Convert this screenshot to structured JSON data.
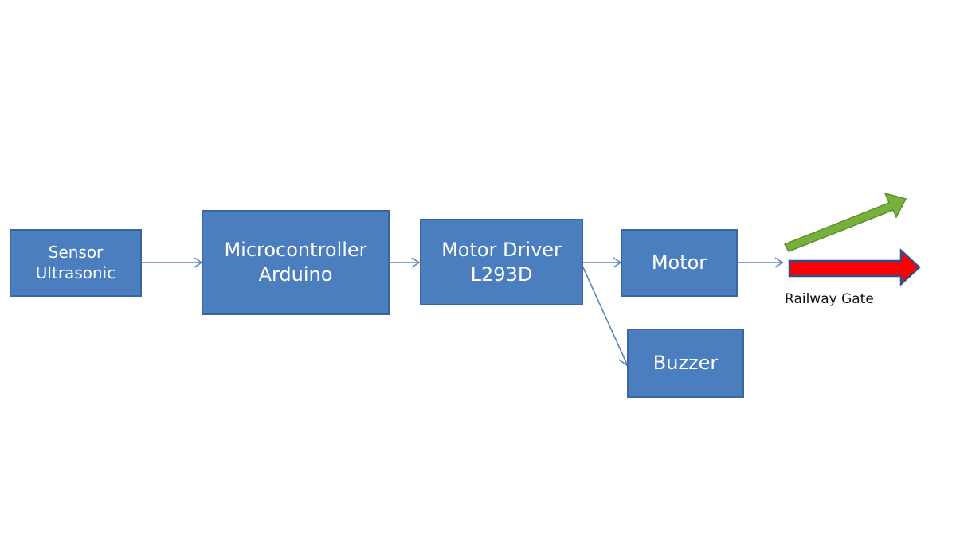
{
  "blocks": {
    "sensor": {
      "line1": "Sensor",
      "line2": "Ultrasonic"
    },
    "microcontroller": {
      "line1": "Microcontroller",
      "line2": "Arduino"
    },
    "motor_driver": {
      "line1": "Motor Driver",
      "line2": "L293D"
    },
    "motor": {
      "label": "Motor"
    },
    "buzzer": {
      "label": "Buzzer"
    }
  },
  "gate": {
    "label": "Railway Gate",
    "open_arrow_color": "#77b03a",
    "closed_arrow_color": "#ff0000",
    "arrow_outline_color": "#2f4f86"
  },
  "colors": {
    "block_fill": "#4a7ebf",
    "block_border": "#3a67a3",
    "connector": "#5b86c2",
    "text": "#ffffff"
  }
}
